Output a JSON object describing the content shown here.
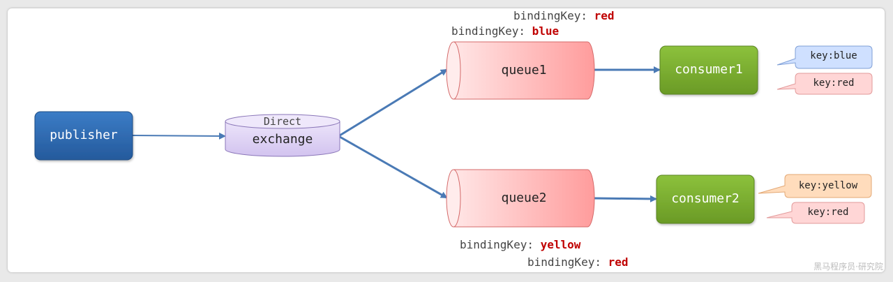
{
  "nodes": {
    "publisher": "publisher",
    "exchange": "exchange",
    "exchange_type": "Direct",
    "queue1": "queue1",
    "queue2": "queue2",
    "consumer1": "consumer1",
    "consumer2": "consumer2"
  },
  "bindings": {
    "queue1": [
      {
        "label": "bindingKey:",
        "key": "red"
      },
      {
        "label": "bindingKey:",
        "key": "blue"
      }
    ],
    "queue2": [
      {
        "label": "bindingKey:",
        "key": "yellow"
      },
      {
        "label": "bindingKey:",
        "key": "red"
      }
    ]
  },
  "messages": {
    "consumer1": [
      "key:blue",
      "key:red"
    ],
    "consumer2": [
      "key:yellow",
      "key:red"
    ]
  },
  "colors": {
    "publisher": "#2e6bb5",
    "consumer": "#7aab2f",
    "exchange": "#d9ccf0",
    "queue": "#ff9f9f",
    "arrow": "#4a7ab5",
    "msg_blue": "#cfe0ff",
    "msg_red": "#ffd6d6",
    "msg_yellow": "#ffdcbc",
    "binding_key": "#c00000"
  },
  "watermark": "黑马程序员·研究院"
}
